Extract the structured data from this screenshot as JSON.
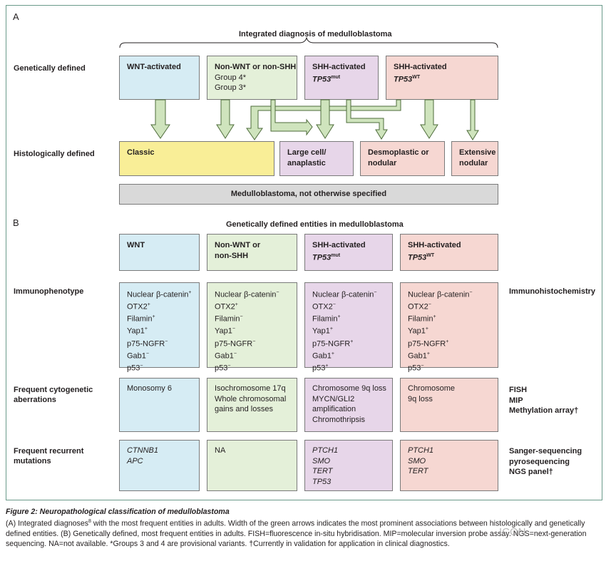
{
  "panelA": {
    "letter": "A",
    "title": "Integrated diagnosis of medulloblastoma",
    "row_genetic": "Genetically defined",
    "row_histologic": "Histologically defined",
    "genetic_boxes": [
      {
        "lines": [
          "WNT-activated"
        ]
      },
      {
        "lines": [
          "Non-WNT or non-SHH",
          "Group 4*",
          "Group 3*"
        ]
      },
      {
        "line1": "SHH-activated",
        "gene": "TP53",
        "sup": "mut"
      },
      {
        "line1": "SHH-activated",
        "gene": "TP53",
        "sup": "WT"
      }
    ],
    "histologic_boxes": [
      {
        "lines": [
          "Classic"
        ]
      },
      {
        "lines": [
          "Large cell/",
          "anaplastic"
        ]
      },
      {
        "lines": [
          "Desmoplastic or",
          "nodular"
        ]
      },
      {
        "lines": [
          "Extensive",
          "nodular"
        ]
      }
    ],
    "nos": "Medulloblastoma, not otherwise specified"
  },
  "panelB": {
    "letter": "B",
    "title": "Genetically defined entities in medulloblastoma",
    "headers": [
      {
        "line1": "WNT"
      },
      {
        "line1": "Non-WNT or",
        "line2": "non-SHH"
      },
      {
        "line1": "SHH-activated",
        "gene": "TP53",
        "sup": "mut"
      },
      {
        "line1": "SHH-activated",
        "gene": "TP53",
        "sup": "WT"
      }
    ],
    "rows": [
      {
        "label": [
          "Immunophenotype"
        ],
        "technique": [
          "Immunohistochemistry"
        ],
        "cells": [
          [
            [
              "Nuclear β-catenin",
              "+"
            ],
            [
              "OTX2",
              "+"
            ],
            [
              "Filamin",
              "+"
            ],
            [
              "Yap1",
              "+"
            ],
            [
              "p75-NGFR",
              "−"
            ],
            [
              "Gab1",
              "−"
            ],
            [
              "p53",
              "−"
            ]
          ],
          [
            [
              "Nuclear β-catenin",
              "−"
            ],
            [
              "OTX2",
              "+"
            ],
            [
              "Filamin",
              "−"
            ],
            [
              "Yap1",
              "−"
            ],
            [
              "p75-NGFR",
              "−"
            ],
            [
              "Gab1",
              "−"
            ],
            [
              "p53",
              "−"
            ]
          ],
          [
            [
              "Nuclear β-catenin",
              "−"
            ],
            [
              "OTX2",
              "−"
            ],
            [
              "Filamin",
              "+"
            ],
            [
              "Yap1",
              "+"
            ],
            [
              "p75-NGFR",
              "+"
            ],
            [
              "Gab1",
              "+"
            ],
            [
              "p53",
              "+"
            ]
          ],
          [
            [
              "Nuclear β-catenin",
              "−"
            ],
            [
              "OTX2",
              "−"
            ],
            [
              "Filamin",
              "+"
            ],
            [
              "Yap1",
              "+"
            ],
            [
              "p75-NGFR",
              "+"
            ],
            [
              "Gab1",
              "+"
            ],
            [
              "p53",
              "−"
            ]
          ]
        ]
      },
      {
        "label": [
          "Frequent cytogenetic",
          "aberrations"
        ],
        "technique": [
          "FISH",
          "MIP",
          "Methylation array†"
        ],
        "cells": [
          [
            [
              "Monosomy 6",
              ""
            ]
          ],
          [
            [
              "Isochromosome 17q",
              ""
            ],
            [
              "Whole chromosomal",
              ""
            ],
            [
              "gains and losses",
              ""
            ]
          ],
          [
            [
              "Chromosome 9q loss",
              ""
            ],
            [
              "MYCN/GLI2",
              ""
            ],
            [
              "amplification",
              ""
            ],
            [
              "Chromothripsis",
              ""
            ]
          ],
          [
            [
              "Chromosome",
              ""
            ],
            [
              "9q loss",
              ""
            ]
          ]
        ]
      },
      {
        "label": [
          "Frequent recurrent",
          "mutations"
        ],
        "technique": [
          "Sanger-sequencing",
          "pyrosequencing",
          "NGS panel†"
        ],
        "italic": [
          true,
          false,
          true,
          true
        ],
        "cells": [
          [
            [
              "CTNNB1",
              ""
            ],
            [
              "APC",
              ""
            ]
          ],
          [
            [
              "NA",
              ""
            ]
          ],
          [
            [
              "PTCH1",
              ""
            ],
            [
              "SMO",
              ""
            ],
            [
              "TERT",
              ""
            ],
            [
              "TP53",
              ""
            ]
          ],
          [
            [
              "PTCH1",
              ""
            ],
            [
              "SMO",
              ""
            ],
            [
              "TERT",
              ""
            ]
          ]
        ]
      }
    ]
  },
  "caption": {
    "title": "Figure 2: Neuropathological classification of medulloblastoma",
    "line1_a": "(A) Integrated diagnoses",
    "line1_ref": "8",
    "line1_b": " with the most frequent entities in adults. Width of the green arrows indicates the most prominent associations between histologically and genetically defined entities. (B) Genetically defined, most frequent entities in adults. FISH=fluorescence in-situ hybridisation. MIP=molecular inversion probe assay. NGS=next-generation sequencing. NA=not available. *Groups 3 and 4 are provisional variants. †Currently in validation for application in clinical diagnostics.",
    "watermark": "ICON"
  },
  "colors": {
    "blue": "#d6ecf4",
    "green": "#e4f0d9",
    "purple": "#e7d6e9",
    "pink": "#f6d7d2",
    "yellow": "#f9ee97",
    "grey": "#d9d9d9",
    "arrow_fill": "#cfe4bd",
    "arrow_stroke": "#4d6b3a"
  }
}
